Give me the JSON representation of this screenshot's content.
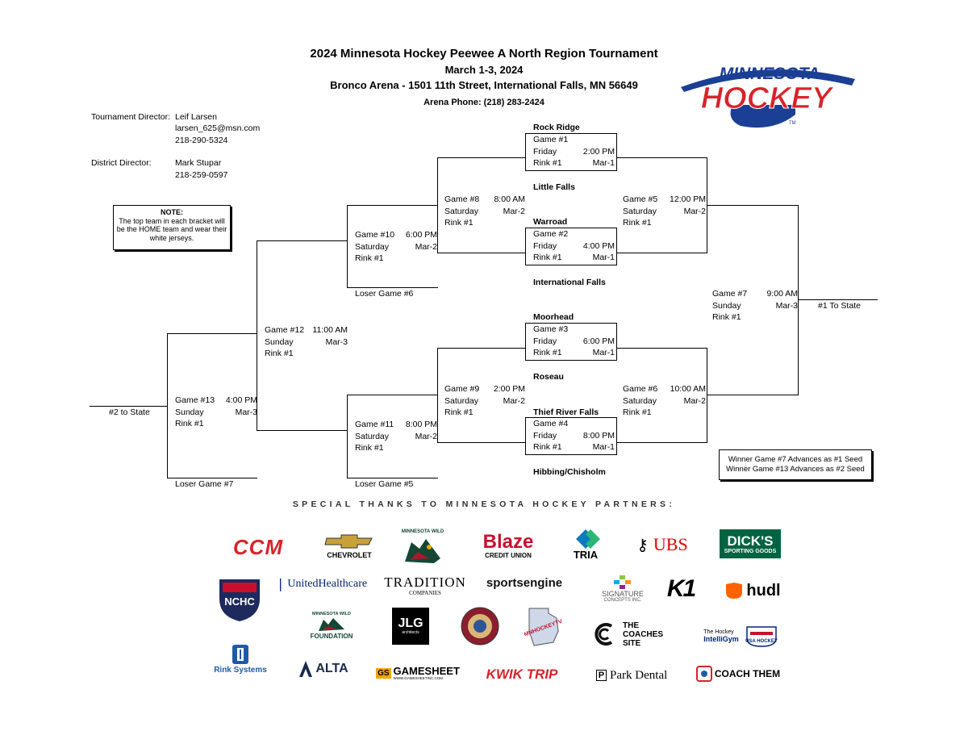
{
  "header": {
    "title": "2024 Minnesota Hockey Peewee A North Region Tournament",
    "dates": "March 1-3, 2024",
    "venue": "Bronco Arena - 1501 11th Street, International Falls, MN 56649",
    "phone": "Arena Phone: (218) 283-2424"
  },
  "logo": {
    "line1": "MINNESOTA",
    "line2": "HOCKEY",
    "tm": "TM",
    "colors": {
      "blue": "#1b3f95",
      "red": "#d8232a"
    }
  },
  "contacts": {
    "tournament_director_label": "Tournament Director:",
    "tournament_director_name": "Leif Larsen",
    "tournament_director_email": "larsen_625@msn.com",
    "tournament_director_phone": "218-290-5324",
    "district_director_label": "District  Director:",
    "district_director_name": "Mark Stupar",
    "district_director_phone": "218-259-0597"
  },
  "note": {
    "heading": "NOTE:",
    "text": "The top team in each bracket will be the HOME team and wear their white jerseys."
  },
  "teams": {
    "t1": "Rock Ridge",
    "t2": "Little Falls",
    "t3": "Warroad",
    "t4": "International Falls",
    "t5": "Moorhead",
    "t6": "Roseau",
    "t7": "Thief River Falls",
    "t8": "Hibbing/Chisholm"
  },
  "games": {
    "g1": {
      "game": "Game #1",
      "day": "Friday",
      "time": "2:00 PM",
      "rink": "Rink #1",
      "date": "Mar-1"
    },
    "g2": {
      "game": "Game #2",
      "day": "Friday",
      "time": "4:00 PM",
      "rink": "Rink #1",
      "date": "Mar-1"
    },
    "g3": {
      "game": "Game #3",
      "day": "Friday",
      "time": "6:00 PM",
      "rink": "Rink #1",
      "date": "Mar-1"
    },
    "g4": {
      "game": "Game #4",
      "day": "Friday",
      "time": "8:00 PM",
      "rink": "Rink #1",
      "date": "Mar-1"
    },
    "g5": {
      "game": "Game #5",
      "time": "12:00 PM",
      "day": "Saturday",
      "date": "Mar-2",
      "rink": "Rink #1"
    },
    "g6": {
      "game": "Game #6",
      "time": "10:00 AM",
      "day": "Saturday",
      "date": "Mar-2",
      "rink": "Rink #1"
    },
    "g7": {
      "game": "Game #7",
      "time": "9:00 AM",
      "day": "Sunday",
      "date": "Mar-3",
      "rink": "Rink #1"
    },
    "g8": {
      "game": "Game #8",
      "time": "8:00 AM",
      "day": "Saturday",
      "date": "Mar-2",
      "rink": "Rink #1"
    },
    "g9": {
      "game": "Game #9",
      "time": "2:00 PM",
      "day": "Saturday",
      "date": "Mar-2",
      "rink": "Rink #1"
    },
    "g10": {
      "game": "Game #10",
      "time": "6:00 PM",
      "day": "Saturday",
      "date": "Mar-2",
      "rink": "Rink #1"
    },
    "g11": {
      "game": "Game #11",
      "time": "8:00 PM",
      "day": "Saturday",
      "date": "Mar-2",
      "rink": "Rink #1"
    },
    "g12": {
      "game": "Game #12",
      "time": "11:00 AM",
      "day": "Sunday",
      "date": "Mar-3",
      "rink": "Rink #1"
    },
    "g13": {
      "game": "Game #13",
      "time": "4:00 PM",
      "day": "Sunday",
      "date": "Mar-3",
      "rink": "Rink #1"
    }
  },
  "labels": {
    "loser_g6": "Loser Game #6",
    "loser_g5": "Loser Game #5",
    "loser_g7": "Loser Game #7",
    "first_to_state": "#1 To State",
    "second_to_state": "#2 to State"
  },
  "advance": {
    "line1": "Winner Game #7 Advances as #1 Seed",
    "line2": "Winner Game #13 Advances as #2 Seed"
  },
  "partners": {
    "heading": "SPECIAL THANKS TO MINNESOTA HOCKEY PARTNERS:",
    "ccm": "CCM",
    "chevrolet": "CHEVROLET",
    "wild_top": "MINNESOTA WILD",
    "blaze": "Blaze",
    "blaze_sub": "CREDIT UNION",
    "tria": "TRIA",
    "ubs": "UBS",
    "dicks": "DICK'S",
    "dicks_sub": "SPORTING GOODS",
    "nchc": "NCHC",
    "united": "UnitedHealthcare",
    "tradition": "TRADITION",
    "tradition_sub": "COMPANIES",
    "sportsengine": "sportsengine",
    "signature": "SIGNATURE",
    "signature_sub": "CONCEPTS INC.",
    "k1": "K1",
    "hudl": "hudl",
    "foundation_top": "MINNESOTA WILD",
    "foundation": "FOUNDATION",
    "jlg": "JLG",
    "jlg_sub": "architects",
    "mnhockeytv": "MNHOCKEYTV",
    "coaches1": "THE",
    "coaches2": "COACHES",
    "coaches3": "SITE",
    "intelligym1": "The Hockey",
    "intelligym2": "IntelliGym",
    "usahockey": "USA HOCKEY",
    "rink_systems": "Rink Systems",
    "alta": "ALTA",
    "gamesheet": "GAMESHEET",
    "gamesheet_sub": "WWW.GAMESHEETINC.COM",
    "kwiktrip": "KWIK TRIP",
    "parkdental": "Park Dental",
    "coachthem": "COACH THEM"
  }
}
